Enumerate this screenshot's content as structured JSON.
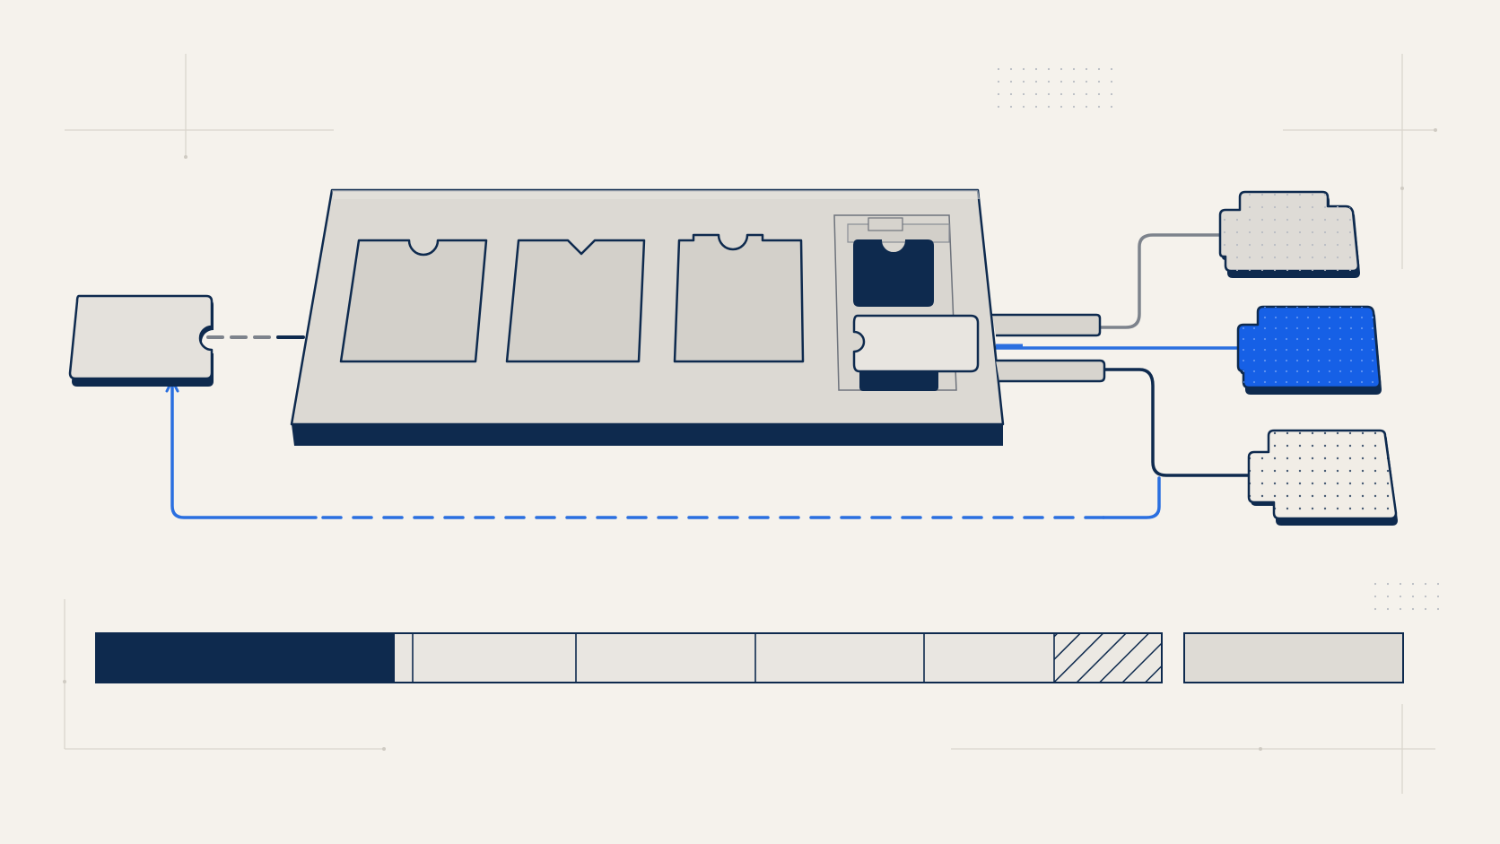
{
  "colors": {
    "background": "#f5f2ec",
    "panel_face": "#dcd9d3",
    "panel_inner": "#d7d4ce",
    "navy": "#0e2a4e",
    "blue": "#1660e6",
    "blue_line": "#2a6fe0",
    "grey_line": "#7d838c",
    "guide": "#d9d5cd",
    "dot": "#b9bcc3",
    "bar_light": "#e9e6e1",
    "bar_end": "#dedbd5"
  },
  "diagram": {
    "main_board": {
      "slots": [
        {
          "name": "slot-1",
          "notch": "round"
        },
        {
          "name": "slot-2",
          "notch": "chevron"
        },
        {
          "name": "slot-3",
          "notch": "round"
        }
      ],
      "module_bay": {
        "dark_chip": true,
        "cartridge": true
      }
    },
    "external_nodes": [
      {
        "name": "left-card",
        "fill": "light"
      },
      {
        "name": "right-top-card",
        "fill": "light-dotted"
      },
      {
        "name": "right-middle-card",
        "fill": "blue-dotted"
      },
      {
        "name": "right-bottom-card",
        "fill": "cream-dotted"
      }
    ],
    "connectors": [
      {
        "from": "left-card",
        "to": "main-board",
        "style": "dashed-grey"
      },
      {
        "from": "main-board",
        "to": "right-top-card",
        "style": "solid-grey"
      },
      {
        "from": "main-board",
        "to": "right-middle-card",
        "style": "solid-blue"
      },
      {
        "from": "main-board",
        "to": "right-bottom-card",
        "style": "solid-navy"
      },
      {
        "from": "right-bottom-line",
        "to": "left-card",
        "style": "dashed-blue"
      }
    ]
  },
  "progress_bar": {
    "filled_fraction": 0.28,
    "segments": [
      {
        "type": "filled"
      },
      {
        "type": "empty"
      },
      {
        "type": "empty"
      },
      {
        "type": "empty"
      },
      {
        "type": "empty"
      },
      {
        "type": "hatched"
      }
    ],
    "end_block": {
      "type": "empty"
    }
  }
}
